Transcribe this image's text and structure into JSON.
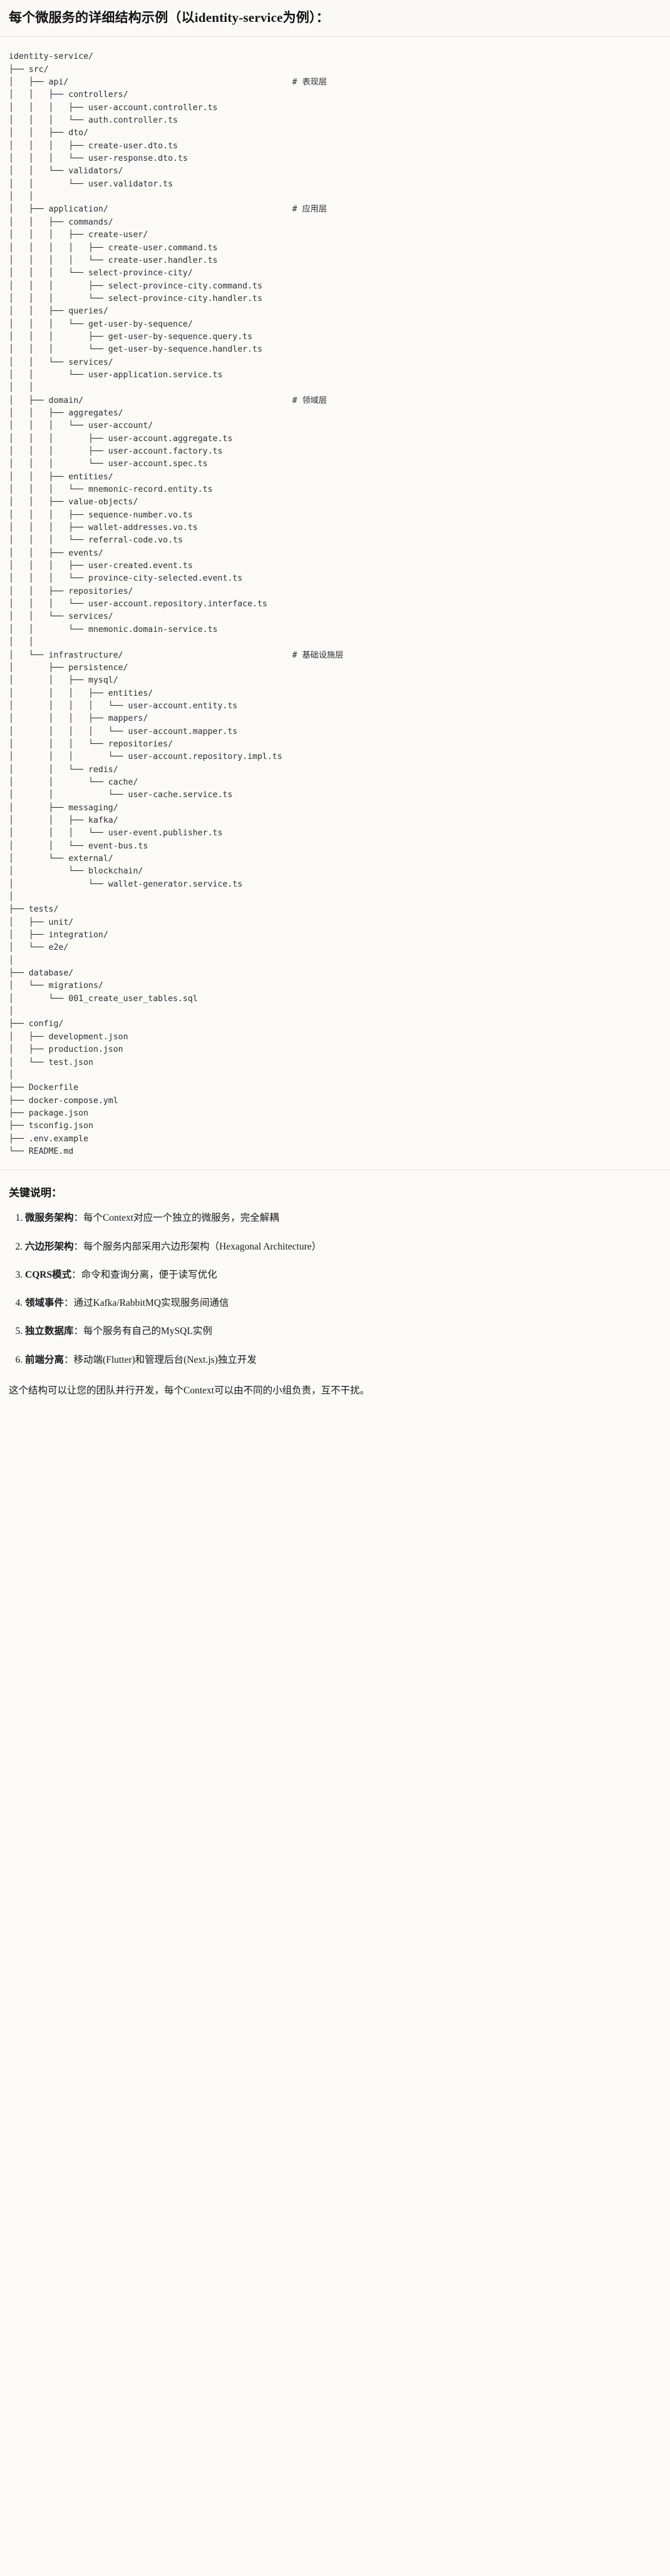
{
  "header": {
    "title": "每个微服务的详细结构示例（以identity-service为例）："
  },
  "tree": {
    "comment_column": 57,
    "lines": [
      {
        "glyphs": "identity-service/",
        "comment": ""
      },
      {
        "glyphs": "├── src/",
        "comment": ""
      },
      {
        "glyphs": "│   ├── api/",
        "comment": "# 表现层"
      },
      {
        "glyphs": "│   │   ├── controllers/",
        "comment": ""
      },
      {
        "glyphs": "│   │   │   ├── user-account.controller.ts",
        "comment": ""
      },
      {
        "glyphs": "│   │   │   └── auth.controller.ts",
        "comment": ""
      },
      {
        "glyphs": "│   │   ├── dto/",
        "comment": ""
      },
      {
        "glyphs": "│   │   │   ├── create-user.dto.ts",
        "comment": ""
      },
      {
        "glyphs": "│   │   │   └── user-response.dto.ts",
        "comment": ""
      },
      {
        "glyphs": "│   │   └── validators/",
        "comment": ""
      },
      {
        "glyphs": "│   │       └── user.validator.ts",
        "comment": ""
      },
      {
        "glyphs": "│   │",
        "comment": ""
      },
      {
        "glyphs": "│   ├── application/",
        "comment": "# 应用层"
      },
      {
        "glyphs": "│   │   ├── commands/",
        "comment": ""
      },
      {
        "glyphs": "│   │   │   ├── create-user/",
        "comment": ""
      },
      {
        "glyphs": "│   │   │   │   ├── create-user.command.ts",
        "comment": ""
      },
      {
        "glyphs": "│   │   │   │   └── create-user.handler.ts",
        "comment": ""
      },
      {
        "glyphs": "│   │   │   └── select-province-city/",
        "comment": ""
      },
      {
        "glyphs": "│   │   │       ├── select-province-city.command.ts",
        "comment": ""
      },
      {
        "glyphs": "│   │   │       └── select-province-city.handler.ts",
        "comment": ""
      },
      {
        "glyphs": "│   │   ├── queries/",
        "comment": ""
      },
      {
        "glyphs": "│   │   │   └── get-user-by-sequence/",
        "comment": ""
      },
      {
        "glyphs": "│   │   │       ├── get-user-by-sequence.query.ts",
        "comment": ""
      },
      {
        "glyphs": "│   │   │       └── get-user-by-sequence.handler.ts",
        "comment": ""
      },
      {
        "glyphs": "│   │   └── services/",
        "comment": ""
      },
      {
        "glyphs": "│   │       └── user-application.service.ts",
        "comment": ""
      },
      {
        "glyphs": "│   │",
        "comment": ""
      },
      {
        "glyphs": "│   ├── domain/",
        "comment": "# 领域层"
      },
      {
        "glyphs": "│   │   ├── aggregates/",
        "comment": ""
      },
      {
        "glyphs": "│   │   │   └── user-account/",
        "comment": ""
      },
      {
        "glyphs": "│   │   │       ├── user-account.aggregate.ts",
        "comment": ""
      },
      {
        "glyphs": "│   │   │       ├── user-account.factory.ts",
        "comment": ""
      },
      {
        "glyphs": "│   │   │       └── user-account.spec.ts",
        "comment": ""
      },
      {
        "glyphs": "│   │   ├── entities/",
        "comment": ""
      },
      {
        "glyphs": "│   │   │   └── mnemonic-record.entity.ts",
        "comment": ""
      },
      {
        "glyphs": "│   │   ├── value-objects/",
        "comment": ""
      },
      {
        "glyphs": "│   │   │   ├── sequence-number.vo.ts",
        "comment": ""
      },
      {
        "glyphs": "│   │   │   ├── wallet-addresses.vo.ts",
        "comment": ""
      },
      {
        "glyphs": "│   │   │   └── referral-code.vo.ts",
        "comment": ""
      },
      {
        "glyphs": "│   │   ├── events/",
        "comment": ""
      },
      {
        "glyphs": "│   │   │   ├── user-created.event.ts",
        "comment": ""
      },
      {
        "glyphs": "│   │   │   └── province-city-selected.event.ts",
        "comment": ""
      },
      {
        "glyphs": "│   │   ├── repositories/",
        "comment": ""
      },
      {
        "glyphs": "│   │   │   └── user-account.repository.interface.ts",
        "comment": ""
      },
      {
        "glyphs": "│   │   └── services/",
        "comment": ""
      },
      {
        "glyphs": "│   │       └── mnemonic.domain-service.ts",
        "comment": ""
      },
      {
        "glyphs": "│   │",
        "comment": ""
      },
      {
        "glyphs": "│   └── infrastructure/",
        "comment": "# 基础设施层"
      },
      {
        "glyphs": "│       ├── persistence/",
        "comment": ""
      },
      {
        "glyphs": "│       │   ├── mysql/",
        "comment": ""
      },
      {
        "glyphs": "│       │   │   ├── entities/",
        "comment": ""
      },
      {
        "glyphs": "│       │   │   │   └── user-account.entity.ts",
        "comment": ""
      },
      {
        "glyphs": "│       │   │   ├── mappers/",
        "comment": ""
      },
      {
        "glyphs": "│       │   │   │   └── user-account.mapper.ts",
        "comment": ""
      },
      {
        "glyphs": "│       │   │   └── repositories/",
        "comment": ""
      },
      {
        "glyphs": "│       │   │       └── user-account.repository.impl.ts",
        "comment": ""
      },
      {
        "glyphs": "│       │   └── redis/",
        "comment": ""
      },
      {
        "glyphs": "│       │       └── cache/",
        "comment": ""
      },
      {
        "glyphs": "│       │           └── user-cache.service.ts",
        "comment": ""
      },
      {
        "glyphs": "│       ├── messaging/",
        "comment": ""
      },
      {
        "glyphs": "│       │   ├── kafka/",
        "comment": ""
      },
      {
        "glyphs": "│       │   │   └── user-event.publisher.ts",
        "comment": ""
      },
      {
        "glyphs": "│       │   └── event-bus.ts",
        "comment": ""
      },
      {
        "glyphs": "│       └── external/",
        "comment": ""
      },
      {
        "glyphs": "│           └── blockchain/",
        "comment": ""
      },
      {
        "glyphs": "│               └── wallet-generator.service.ts",
        "comment": ""
      },
      {
        "glyphs": "│",
        "comment": ""
      },
      {
        "glyphs": "├── tests/",
        "comment": ""
      },
      {
        "glyphs": "│   ├── unit/",
        "comment": ""
      },
      {
        "glyphs": "│   ├── integration/",
        "comment": ""
      },
      {
        "glyphs": "│   └── e2e/",
        "comment": ""
      },
      {
        "glyphs": "│",
        "comment": ""
      },
      {
        "glyphs": "├── database/",
        "comment": ""
      },
      {
        "glyphs": "│   └── migrations/",
        "comment": ""
      },
      {
        "glyphs": "│       └── 001_create_user_tables.sql",
        "comment": ""
      },
      {
        "glyphs": "│",
        "comment": ""
      },
      {
        "glyphs": "├── config/",
        "comment": ""
      },
      {
        "glyphs": "│   ├── development.json",
        "comment": ""
      },
      {
        "glyphs": "│   ├── production.json",
        "comment": ""
      },
      {
        "glyphs": "│   └── test.json",
        "comment": ""
      },
      {
        "glyphs": "│",
        "comment": ""
      },
      {
        "glyphs": "├── Dockerfile",
        "comment": ""
      },
      {
        "glyphs": "├── docker-compose.yml",
        "comment": ""
      },
      {
        "glyphs": "├── package.json",
        "comment": ""
      },
      {
        "glyphs": "├── tsconfig.json",
        "comment": ""
      },
      {
        "glyphs": "├── .env.example",
        "comment": ""
      },
      {
        "glyphs": "└── README.md",
        "comment": ""
      }
    ]
  },
  "notes": {
    "title": "关键说明：",
    "items": [
      {
        "term": "微服务架构",
        "sep": "：",
        "desc": "每个Context对应一个独立的微服务，完全解耦"
      },
      {
        "term": "六边形架构",
        "sep": "：",
        "desc": "每个服务内部采用六边形架构（Hexagonal Architecture）"
      },
      {
        "term": "CQRS模式",
        "sep": "：",
        "desc": "命令和查询分离，便于读写优化"
      },
      {
        "term": "领域事件",
        "sep": "：",
        "desc": "通过Kafka/RabbitMQ实现服务间通信"
      },
      {
        "term": "独立数据库",
        "sep": "：",
        "desc": "每个服务有自己的MySQL实例"
      },
      {
        "term": "前端分离",
        "sep": "：",
        "desc": "移动端(Flutter)和管理后台(Next.js)独立开发"
      }
    ],
    "closing": "这个结构可以让您的团队并行开发，每个Context可以由不同的小组负责，互不干扰。"
  }
}
